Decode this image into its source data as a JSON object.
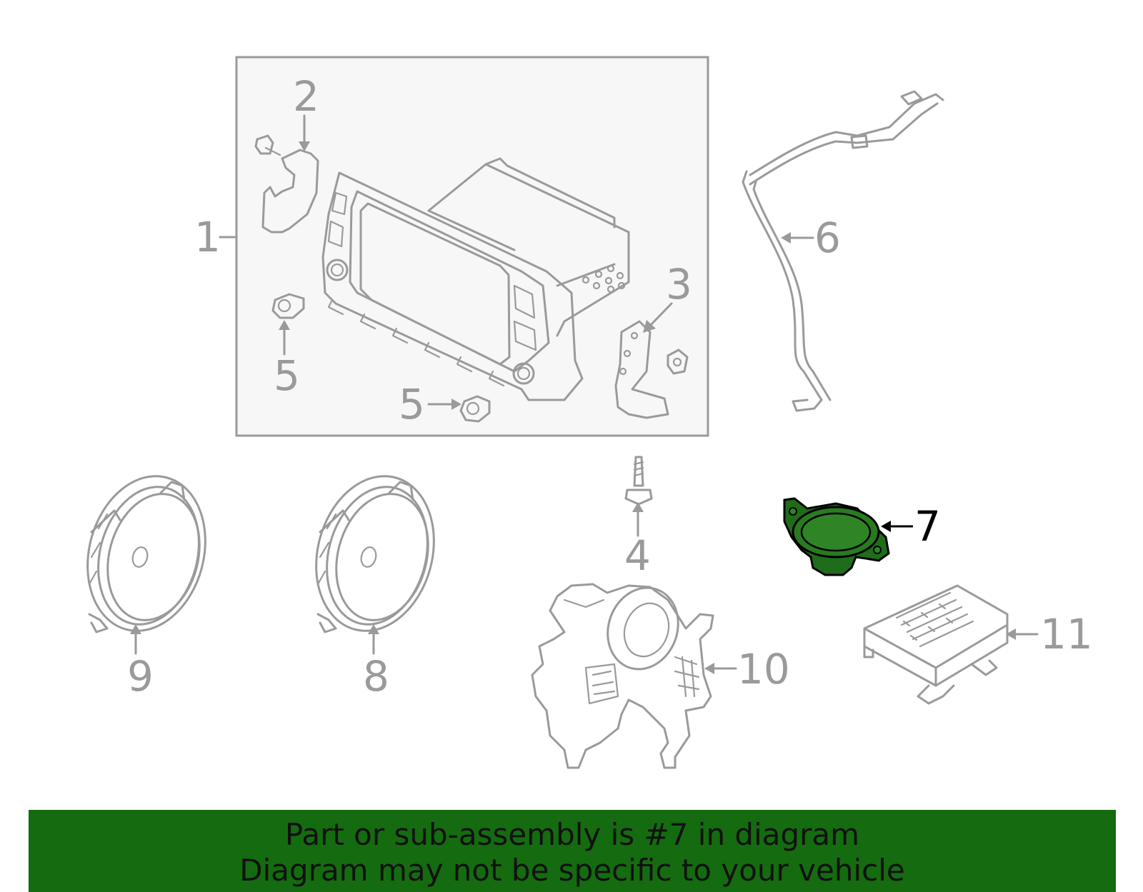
{
  "diagram": {
    "callouts": [
      {
        "id": "c1",
        "label": "1",
        "highlight": false
      },
      {
        "id": "c2",
        "label": "2",
        "highlight": false
      },
      {
        "id": "c3",
        "label": "3",
        "highlight": false
      },
      {
        "id": "c4",
        "label": "4",
        "highlight": false
      },
      {
        "id": "c5a",
        "label": "5",
        "highlight": false
      },
      {
        "id": "c5b",
        "label": "5",
        "highlight": false
      },
      {
        "id": "c6",
        "label": "6",
        "highlight": false
      },
      {
        "id": "c7",
        "label": "7",
        "highlight": true
      },
      {
        "id": "c8",
        "label": "8",
        "highlight": false
      },
      {
        "id": "c9",
        "label": "9",
        "highlight": false
      },
      {
        "id": "c10",
        "label": "10",
        "highlight": false
      },
      {
        "id": "c11",
        "label": "11",
        "highlight": false
      }
    ],
    "highlight_color": "#156b0f",
    "line_color": "#9a9a9a"
  },
  "banner": {
    "line1": "Part or sub-assembly is #7 in diagram",
    "line2": "Diagram may not be specific to your vehicle",
    "background": "#156b0f"
  }
}
